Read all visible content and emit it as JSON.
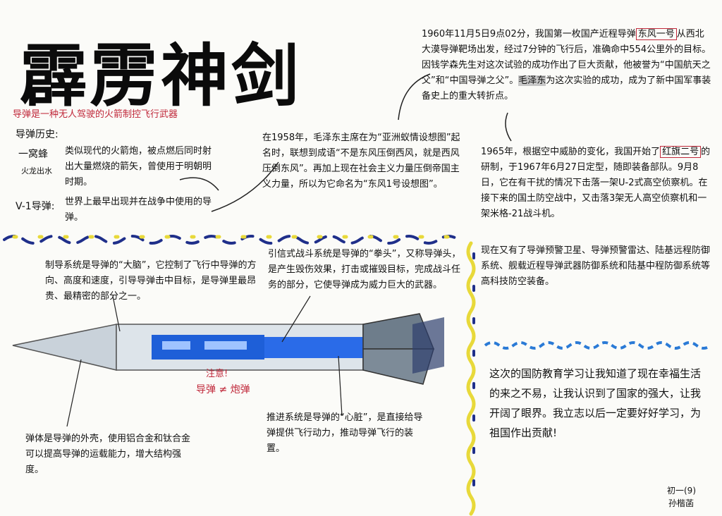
{
  "title": "霹雳神剑",
  "subtitle": "导弹是一种无人驾驶的火箭制控飞行武器",
  "history": {
    "heading": "导弹历史:",
    "item1_name": "一窝蜂",
    "item1_sub": "火龙出水",
    "item1_text": "类似现代的火箭炮，被点燃后同时射出大量燃烧的箭矢，曾使用于明朝明时期。",
    "item2_name": "V-1导弹:",
    "item2_text": "世界上最早出现并在战争中使用的导弹。"
  },
  "df1958": "在1958年，毛泽东主席在为“亚洲蚁情设想图”起名时，联想到成语“不是东风压倒西风，就是西风压倒东风”。再加上现在社会主义力量压倒帝国主义力量，所以为它命名为“东风1号设想图”。",
  "df1960": {
    "pre": "1960年11月5日9点02分，我国第一枚国产近程导弹",
    "boxed": "东风一号",
    "post": "从西北大漠导弹靶场出发，经过7分钟的飞行后，准确命中554公里外的目标。因钱学森先生对这次试验的成功作出了巨大贡献，他被誉为“中国航天之父”和“中国导弹之父”。",
    "hl": "毛泽东",
    "end": "为这次实验的成功，成为了新中国军事装备史上的重大转折点。"
  },
  "hq1965": {
    "pre": "1965年，根据空中威胁的变化，我国开始了",
    "boxed": "红旗二号",
    "post": "的研制，于1967年6月27日定型，随即装备部队。9月8日，它在有干扰的情况下击落一架U-2式高空侦察机。在接下来的国土防空战中，又击落3架无人高空侦察机和一架米格-21战斗机。"
  },
  "now": "现在又有了导弹预警卫星、导弹预警雷达、陆基远程防御系统、舰载近程导弹武器防御系统和陆基中程防御系统等高科技防空装备。",
  "guidance": "制导系统是导弹的“大脑”，它控制了飞行中导弹的方向、高度和速度，引导导弹击中目标，是导弹里最昂贵、最精密的部分之一。",
  "warhead": "引信式战斗系统是导弹的“拳头”，又称导弹头，是产生毁伤效果，打击或摧毁目标，完成战斗任务的部分，它使导弹成为威力巨大的武器。",
  "note": {
    "label": "注意!",
    "text": "导弹 ≠ 炮弹"
  },
  "body_text": "弹体是导弹的外壳，使用铝合金和钛合金可以提高导弹的运载能力，增大结构强度。",
  "propulsion": "推进系统是导弹的“心脏”，是直接给导弹提供飞行动力，推动导弹飞行的装置。",
  "reflection": "这次的国防教育学习让我知道了现在幸福生活的来之不易，让我认识到了国家的强大，让我开阔了眼界。我立志以后一定要好好学习，为祖国作出贡献!",
  "signature": {
    "class": "初一(9)",
    "name": "孙楷菡"
  },
  "colors": {
    "navy": "#1f2f8a",
    "yellow": "#e8d93a",
    "blue": "#2a7ad6",
    "red": "#c0283a",
    "missile_blue": "#1e5fd8",
    "missile_gray": "#8d9aa6"
  }
}
